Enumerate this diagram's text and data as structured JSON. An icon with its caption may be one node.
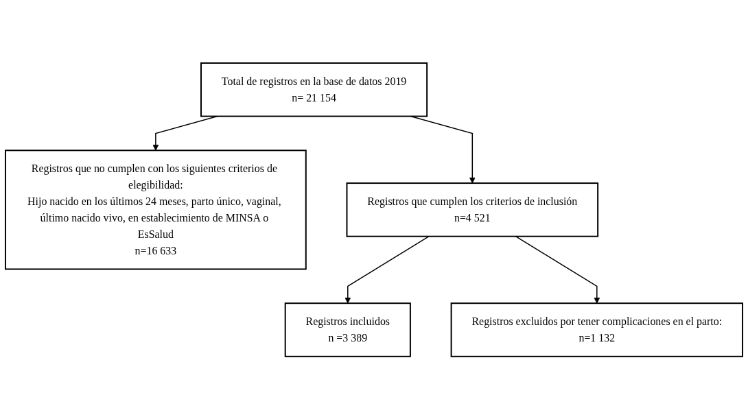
{
  "diagram": {
    "nodes": [
      {
        "text": [
          "Total de registros en la base de datos 2019",
          "n= 21 154"
        ]
      },
      {
        "text": [
          "Registros que no cumplen con los siguientes criterios de elegibilidad:",
          "Hijo nacido en los últimos 24 meses, parto único, vaginal, último nacido vivo, en establecimiento de MINSA o EsSalud",
          "n=16 633"
        ]
      },
      {
        "text": [
          "Registros que cumplen los criterios de inclusión",
          "n=4 521"
        ]
      },
      {
        "text": [
          "Registros excluidos por tener complicaciones en el parto:",
          "n=1 132"
        ]
      },
      {
        "text": [
          "Registros incluidos",
          "n =3 389"
        ]
      }
    ],
    "edges": [
      {
        "from": 0,
        "to": 2,
        "arrow": "to"
      },
      {
        "from": 0,
        "to": 1,
        "arrow": "to"
      },
      {
        "from": 2,
        "to": 4,
        "arrow": "to"
      },
      {
        "from": 2,
        "to": 3,
        "arrow": "to"
      }
    ]
  }
}
